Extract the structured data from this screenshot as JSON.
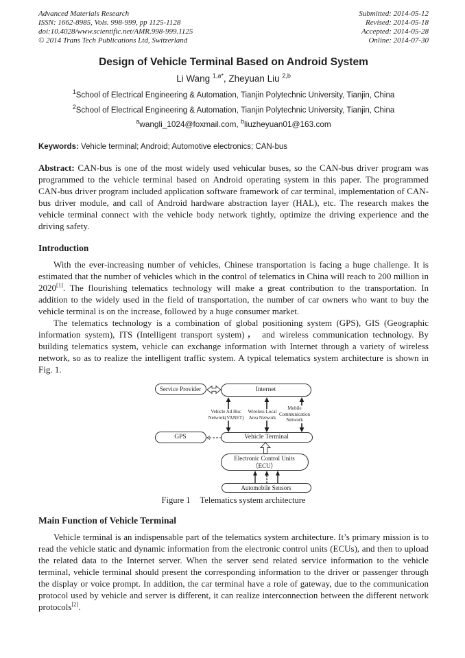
{
  "header": {
    "left_lines": [
      "Advanced Materials Research",
      "ISSN: 1662-8985, Vols. 998-999, pp 1125-1128",
      "doi:10.4028/www.scientific.net/AMR.998-999.1125",
      "© 2014 Trans Tech Publications Ltd, Switzerland"
    ],
    "right_lines": [
      "Submitted: 2014-05-12",
      "Revised: 2014-05-18",
      "Accepted: 2014-05-28",
      "Online: 2014-07-30"
    ]
  },
  "title": "Design of Vehicle Terminal Based on Android System",
  "authors": {
    "name1": "Li Wang ",
    "sup1": "1,a*",
    "sep": ", Zheyuan Liu ",
    "sup2": "2,b"
  },
  "affiliations": [
    {
      "sup": "1",
      "text": "School of Electrical Engineering & Automation, Tianjin Polytechnic University, Tianjin, China"
    },
    {
      "sup": "2",
      "text": "School of Electrical Engineering & Automation, Tianjin Polytechnic University, Tianjin, China"
    }
  ],
  "emails": {
    "sup_a": "a",
    "email_a": "wangli_1024@foxmail.com, ",
    "sup_b": "b",
    "email_b": "liuzheyuan01@163.com"
  },
  "keywords": {
    "label": "Keywords:",
    "text": " Vehicle terminal; Android; Automotive electronics; CAN-bus"
  },
  "abstract": {
    "label": "Abstract:",
    "text": " CAN-bus is one of the most widely used vehicular buses, so the CAN-bus driver program was programmed to the vehicle terminal based on Android operating system in this paper. The programmed CAN-bus driver program included application software framework of car terminal, implementation of CAN-bus driver module, and call of Android hardware abstraction layer (HAL), etc. The research makes the vehicle terminal connect with the vehicle body network tightly, optimize the driving experience and the driving safety."
  },
  "intro": {
    "heading": "Introduction",
    "p1": {
      "pre": "With the ever-increasing number of vehicles, Chinese transportation is facing a huge challenge. It is estimated that the number of vehicles which in the control of telematics in China will reach to 200 million in 2020",
      "ref": "[1]",
      "post": ". The flourishing telematics technology will make a great contribution to the transportation. In addition to the widely used in the field of transportation, the number of car owners who want to buy the vehicle terminal is on the increase, followed by a huge consumer market."
    },
    "p2": "The telematics technology is a combination of global positioning system (GPS), GIS (Geographic information system), ITS (Intelligent transport system)， and wireless communication technology. By building telematics system, vehicle can exchange information with Internet through a variety of wireless network, so as to realize the intelligent traffic system. A typical telematics system architecture is shown in Fig. 1."
  },
  "figure": {
    "boxes": {
      "service_provider": "Service Provider",
      "internet": "Internet",
      "gps": "GPS",
      "vehicle_terminal": "Vehicle Terminal",
      "ecu_line1": "Electronic Control Units",
      "ecu_line2": "（ECU）",
      "sensors": "Automobile Sensors"
    },
    "link_labels": {
      "vanet": [
        "Vehicle Ad Hoc",
        "Network(VANET)"
      ],
      "wlan": [
        "Wireless Local",
        "Area Network"
      ],
      "mobile": [
        "Mobile",
        "Communication",
        "Network"
      ]
    },
    "caption": {
      "label": "Figure 1",
      "text": "Telematics system architecture"
    }
  },
  "main_function": {
    "heading": "Main Function of Vehicle Terminal",
    "p1": {
      "pre": "Vehicle terminal is an indispensable part of the telematics system architecture. It’s primary mission is to read the vehicle static and dynamic information from the electronic control units (ECUs), and then to upload the related data to the Internet server. When the server send related service information to the vehicle terminal, vehicle terminal should present the corresponding information to the driver or passenger through the display or voice prompt. In addition, the car terminal have a role of gateway, due to the communication protocol used by vehicle and server is different, it can realize interconnection between the different network protocols",
      "ref": "[2]",
      "post": "."
    }
  }
}
